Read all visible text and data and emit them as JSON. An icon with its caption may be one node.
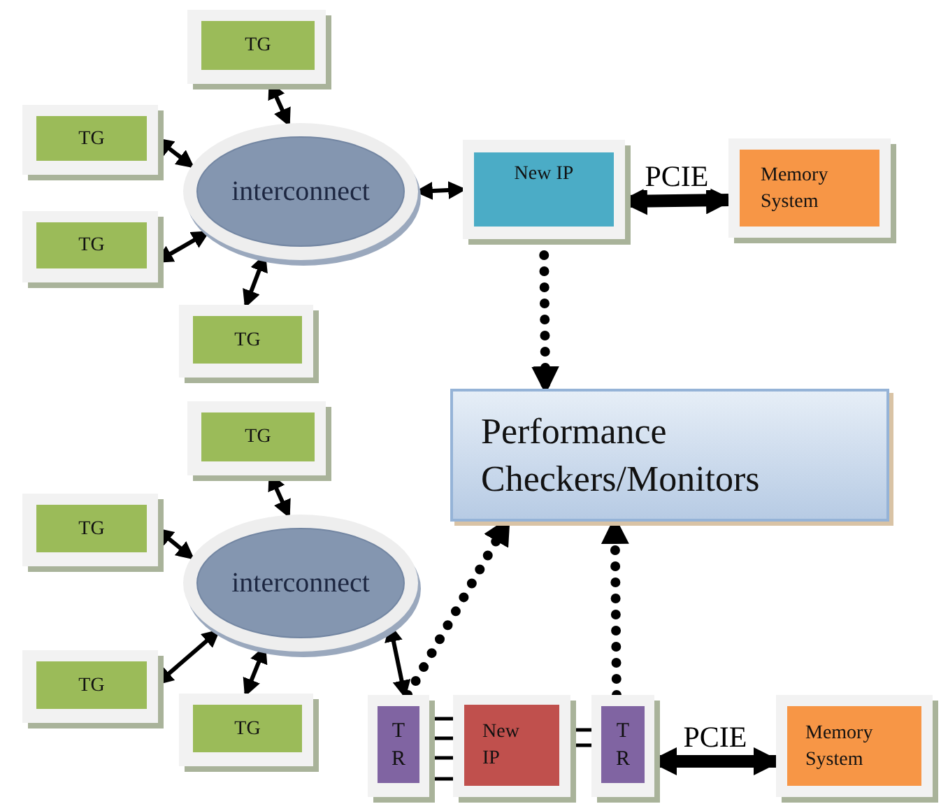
{
  "diagram": {
    "nodes": [
      {
        "text": [
          "TG"
        ]
      },
      {
        "text": [
          "TG"
        ]
      },
      {
        "text": [
          "interconnect"
        ]
      },
      {
        "text": [
          "New IP"
        ]
      },
      {
        "text": [
          "Memory System"
        ]
      },
      {
        "text": [
          "TG"
        ]
      },
      {
        "text": [
          "TG"
        ]
      },
      {
        "text": [
          "Performance Checkers/Monitors"
        ]
      },
      {
        "text": [
          "TG"
        ]
      },
      {
        "text": [
          "TG"
        ]
      },
      {
        "text": [
          "interconnect"
        ]
      },
      {
        "text": [
          "TG"
        ]
      },
      {
        "text": [
          "TG"
        ]
      },
      {
        "text": [
          "TR"
        ]
      },
      {
        "text": [
          "New IP"
        ]
      },
      {
        "text": [
          "TR"
        ]
      },
      {
        "text": [
          "Memory System"
        ]
      }
    ],
    "edges": [
      {
        "from": 0,
        "to": 2,
        "arrow": "both"
      },
      {
        "from": 1,
        "to": 2,
        "arrow": "both"
      },
      {
        "from": 5,
        "to": 2,
        "arrow": "both"
      },
      {
        "from": 6,
        "to": 2,
        "arrow": "both"
      },
      {
        "from": 2,
        "to": 3,
        "arrow": "both"
      },
      {
        "from": 3,
        "to": 4,
        "arrow": "both",
        "label": "PCIE",
        "style": "thick"
      },
      {
        "from": 3,
        "to": 7,
        "arrow": "to",
        "style": "dashed"
      },
      {
        "from": 8,
        "to": 10,
        "arrow": "both"
      },
      {
        "from": 9,
        "to": 10,
        "arrow": "both"
      },
      {
        "from": 11,
        "to": 10,
        "arrow": "both"
      },
      {
        "from": 12,
        "to": 10,
        "arrow": "both"
      },
      {
        "from": 10,
        "to": 13,
        "arrow": "both"
      },
      {
        "from": 13,
        "to": 7,
        "arrow": "to",
        "style": "dashed"
      },
      {
        "from": 15,
        "to": 7,
        "arrow": "to",
        "style": "dashed"
      },
      {
        "from": 13,
        "to": 14,
        "arrow": "none"
      },
      {
        "from": 13,
        "to": 14,
        "arrow": "none"
      },
      {
        "from": 13,
        "to": 14,
        "arrow": "none"
      },
      {
        "from": 13,
        "to": 14,
        "arrow": "none"
      },
      {
        "from": 14,
        "to": 15,
        "arrow": "none"
      },
      {
        "from": 14,
        "to": 15,
        "arrow": "none"
      },
      {
        "from": 15,
        "to": 16,
        "arrow": "both",
        "label": "PCIE",
        "style": "thick"
      }
    ]
  }
}
